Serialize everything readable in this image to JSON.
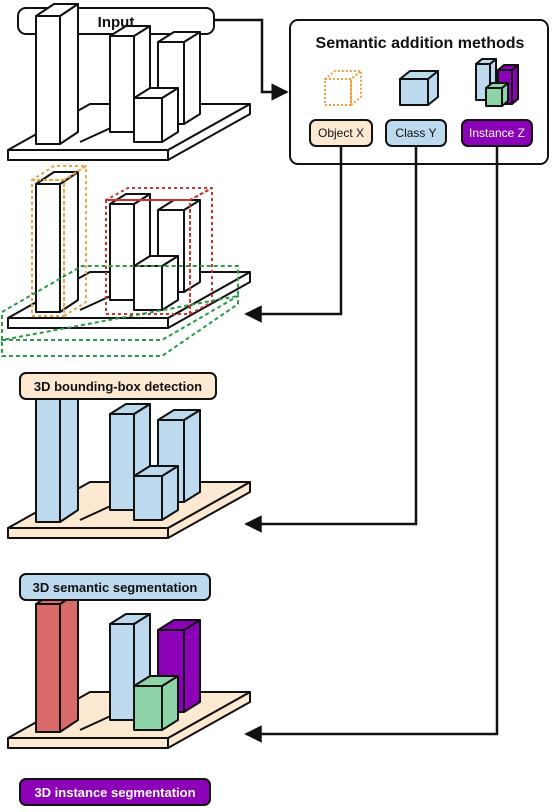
{
  "input_label": "Input",
  "methods_title": "Semantic addition methods",
  "methods": [
    {
      "label": "Object X",
      "fill": "#fde8d2",
      "text_color": "#111111"
    },
    {
      "label": "Class Y",
      "fill": "#bcd9ee",
      "text_color": "#111111"
    },
    {
      "label": "Instance Z",
      "fill": "#8c00b8",
      "text_color": "#ffffff"
    }
  ],
  "results": [
    {
      "label": "3D bounding-box detection",
      "fill": "#fde8d2",
      "text_color": "#111111"
    },
    {
      "label": "3D semantic segmentation",
      "fill": "#bcd9ee",
      "text_color": "#111111"
    },
    {
      "label": "3D instance segmentation",
      "fill": "#8c00b8",
      "text_color": "#ffffff"
    }
  ],
  "colors": {
    "box_orange": "#f0a040",
    "box_red": "#d03030",
    "box_green": "#2a9a48",
    "base_peach": "#fde8d2",
    "class_blue": "#bcd9ee",
    "instance_red": "#d96a6a",
    "instance_purple": "#8c00b8",
    "instance_green": "#8fd4a8",
    "stroke": "#111111"
  }
}
